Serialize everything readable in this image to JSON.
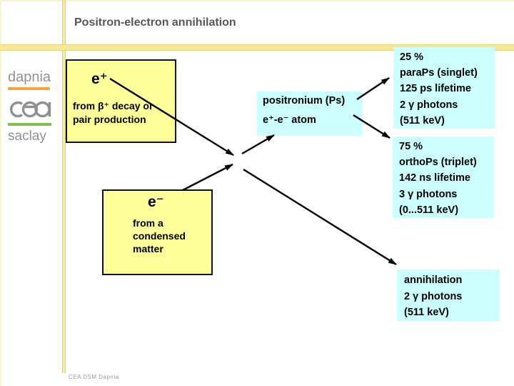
{
  "title": "Positron-electron annihilation",
  "logo_panel": {
    "dapnia": "dapnia",
    "cea": "cea",
    "saclay": "saclay"
  },
  "diagram": {
    "positron": {
      "symbol": "e⁺",
      "desc_lines": [
        "from β⁺ decay or",
        "pair production"
      ]
    },
    "electron": {
      "symbol": "e⁻",
      "desc_lines": [
        "from a",
        "condensed",
        "matter"
      ]
    },
    "positronium": {
      "lines": [
        "positronium (Ps)",
        "e⁺-e⁻ atom"
      ]
    },
    "para_ps": {
      "lines": [
        "25 %",
        "paraPs (singlet)",
        "125 ps lifetime",
        "2 γ photons",
        "(511 keV)"
      ]
    },
    "ortho_ps": {
      "lines": [
        "75 %",
        "orthoPs (triplet)",
        "142 ns lifetime",
        "3 γ photons",
        "(0...511 keV)"
      ]
    },
    "annihilation": {
      "lines": [
        "annihilation",
        "2 γ photons",
        "(511 keV)"
      ]
    }
  },
  "footer": "CEA DSM Dapnia",
  "colors": {
    "box_yellow": "#FFFF9C",
    "box_cyan": "#CCFEFF",
    "bar_gold": "#F5E79C",
    "rule_orange": "#F2A33C",
    "rule_green": "#7DC24F",
    "logo_gray": "#8E9294",
    "title_gray": "#575757",
    "arrow_black": "#000000"
  }
}
